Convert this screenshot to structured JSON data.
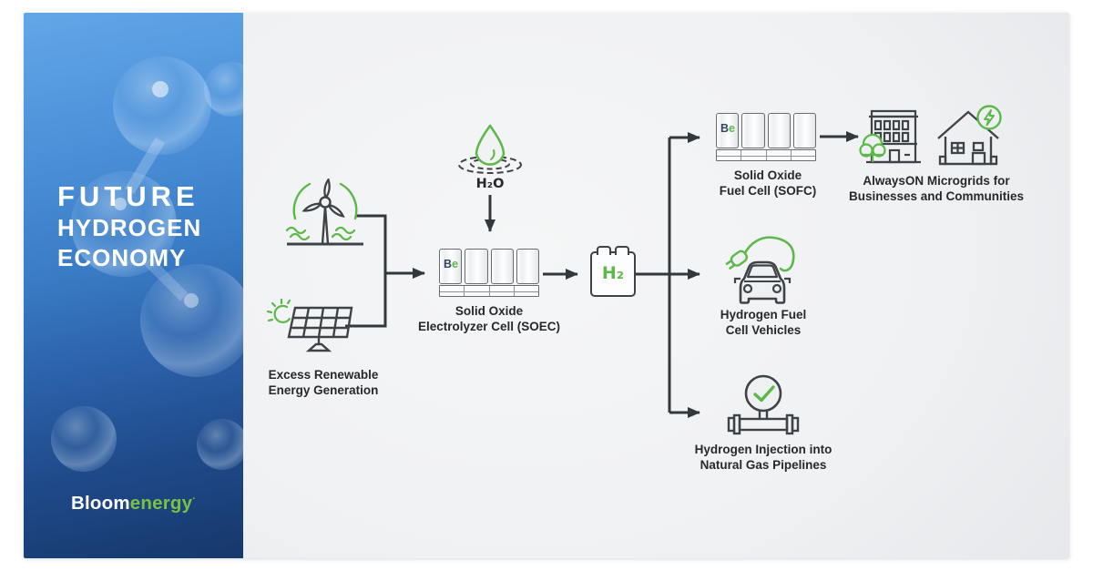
{
  "brand": {
    "title_line1": "FUTURE",
    "title_line2": "HYDROGEN",
    "title_line3": "ECONOMY",
    "logo_bloom": "Bloom",
    "logo_energy": "energy",
    "logo_tm": "·"
  },
  "nodes": {
    "renewables": {
      "label": "Excess Renewable\nEnergy Generation"
    },
    "water": {
      "label": "H₂O"
    },
    "soec": {
      "logo_b": "B",
      "logo_e": "e",
      "label": "Solid Oxide\nElectrolyzer Cell (SOEC)"
    },
    "hydrogen": {
      "label": "H₂"
    },
    "sofc": {
      "logo_b": "B",
      "logo_e": "e",
      "label": "Solid Oxide\nFuel Cell (SOFC)"
    },
    "microgrids": {
      "label": "AlwaysON Microgrids for\nBusinesses and Communities"
    },
    "vehicles": {
      "label": "Hydrogen Fuel\nCell Vehicles"
    },
    "pipelines": {
      "label": "Hydrogen Injection into\nNatural Gas Pipelines"
    }
  },
  "colors": {
    "accent_green": "#5cb848",
    "logo_green": "#7ac143",
    "brand_navy": "#16386b",
    "line_dark": "#33383c",
    "label_text": "#26292c"
  }
}
